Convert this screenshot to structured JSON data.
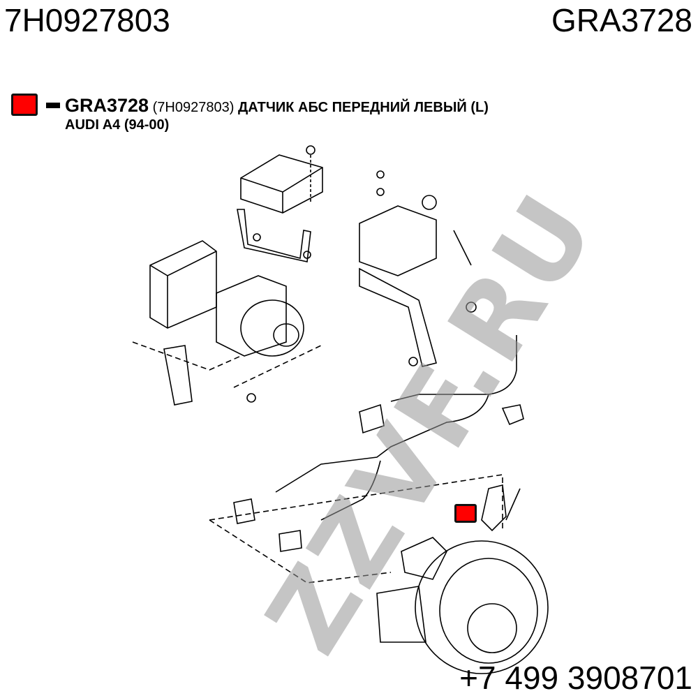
{
  "header": {
    "original_number": "7H0927803",
    "part_code": "GRA3728"
  },
  "legend": {
    "marker_color": "#ff0000",
    "code": "GRA3728",
    "original": "(7H0927803)",
    "description": "ДАТЧИК АБС ПЕРЕДНИЙ ЛЕВЫЙ (L)",
    "application": "AUDI A4 (94-00)"
  },
  "watermark": "ZZVF.RU",
  "footer": {
    "phone": "+7 499 3908701"
  }
}
